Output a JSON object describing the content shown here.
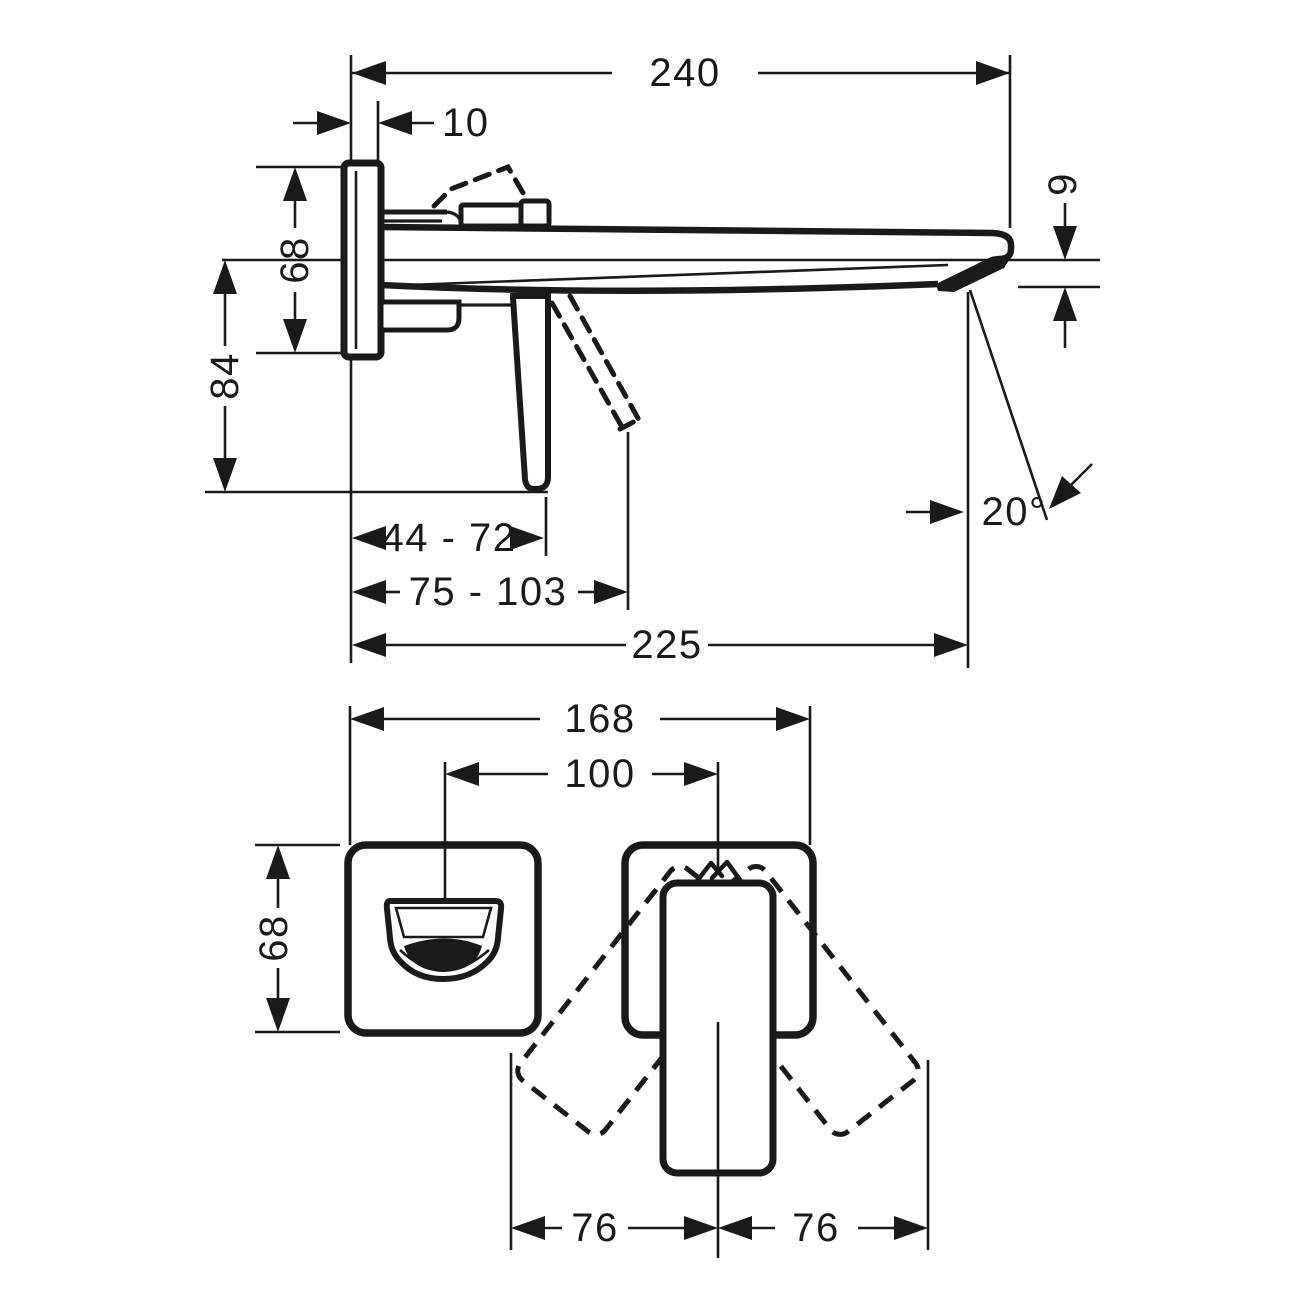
{
  "drawing": {
    "background": "#ffffff",
    "line_color": "#1a1a1a",
    "side_view": {
      "dims": {
        "overall_width": "240",
        "escutcheon_depth": "10",
        "escutcheon_height": "68",
        "handle_drop": "84",
        "spout_tip_height": "9",
        "handle_clearance_range": "44 - 72",
        "handle_reach_range": "75 - 103",
        "spout_reach": "225",
        "spray_angle": "20°"
      }
    },
    "front_view": {
      "dims": {
        "overall_span": "168",
        "center_distance": "100",
        "escutcheon_height": "68",
        "handle_swing_left": "76",
        "handle_swing_right": "76"
      }
    }
  }
}
